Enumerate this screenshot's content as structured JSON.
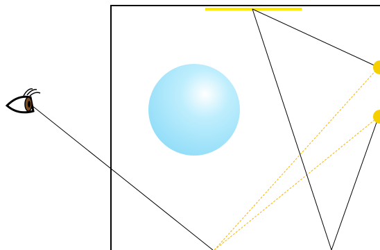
{
  "diagram": {
    "elements": [
      "eye-icon",
      "room-box",
      "area-light",
      "sphere",
      "light-source-upper",
      "light-source-lower",
      "eye-ray",
      "bounce-ray",
      "shadow-ray-upper",
      "shadow-ray-lower"
    ]
  },
  "colors": {
    "wall": "#000000",
    "ray": "#000000",
    "light": "#ffe800",
    "light_source_fill": "#f6cf00",
    "shadow_ray": "#f7b400",
    "sphere_highlight": "#ffffff",
    "sphere_mid": "#bfeefd",
    "sphere_edge": "#8fdcf8",
    "iris": "#7a4a1c"
  }
}
